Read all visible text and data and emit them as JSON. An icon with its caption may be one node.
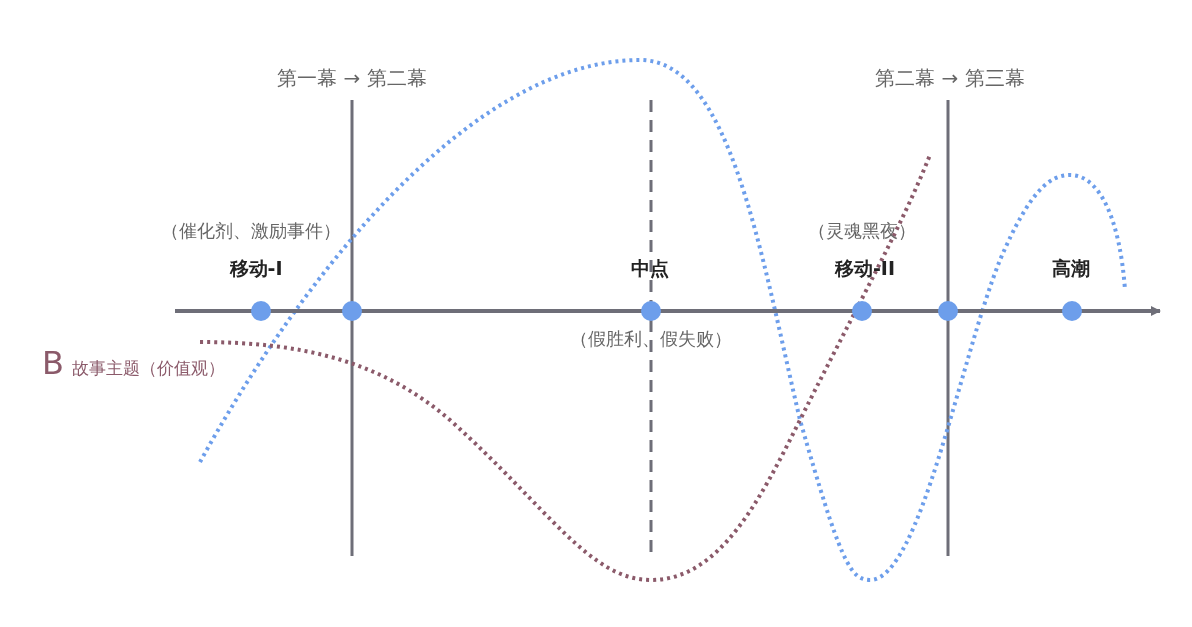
{
  "diagram": {
    "labels": [
      "第一幕 → 第二幕",
      "第二幕 → 第三幕",
      "（催化剂、激励事件）",
      "（灵魂黑夜）",
      "移动-I",
      "中点",
      "移动-II",
      "高潮",
      "（假胜利、假失败）",
      "B",
      "故事主题（价值观）"
    ]
  }
}
